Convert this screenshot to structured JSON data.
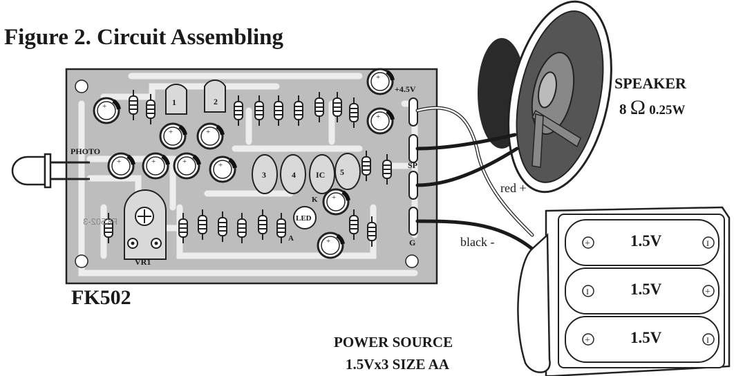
{
  "figure": {
    "title": "Figure 2. Circuit Assembling",
    "board_name": "FK502",
    "board_marks": {
      "photo": "PHOTO",
      "plus45": "+4.5V",
      "sp": "SP",
      "g": "G",
      "ic": "IC",
      "led": "LED",
      "k": "K",
      "a": "A",
      "vr1": "VR1",
      "silk": "FK502-3",
      "n1": "1",
      "n2": "2",
      "n3": "3",
      "n4": "4",
      "n5": "5"
    },
    "speaker": {
      "title": "SPEAKER",
      "ohm_value": "8",
      "ohm_symbol": "Ω",
      "watt": "0.25W"
    },
    "wires": {
      "red": "red +",
      "black": "black -"
    },
    "power": {
      "line1": "POWER SOURCE",
      "line2": "1.5Vx3 SIZE AA",
      "cells": [
        "1.5V",
        "1.5V",
        "1.5V"
      ]
    }
  }
}
